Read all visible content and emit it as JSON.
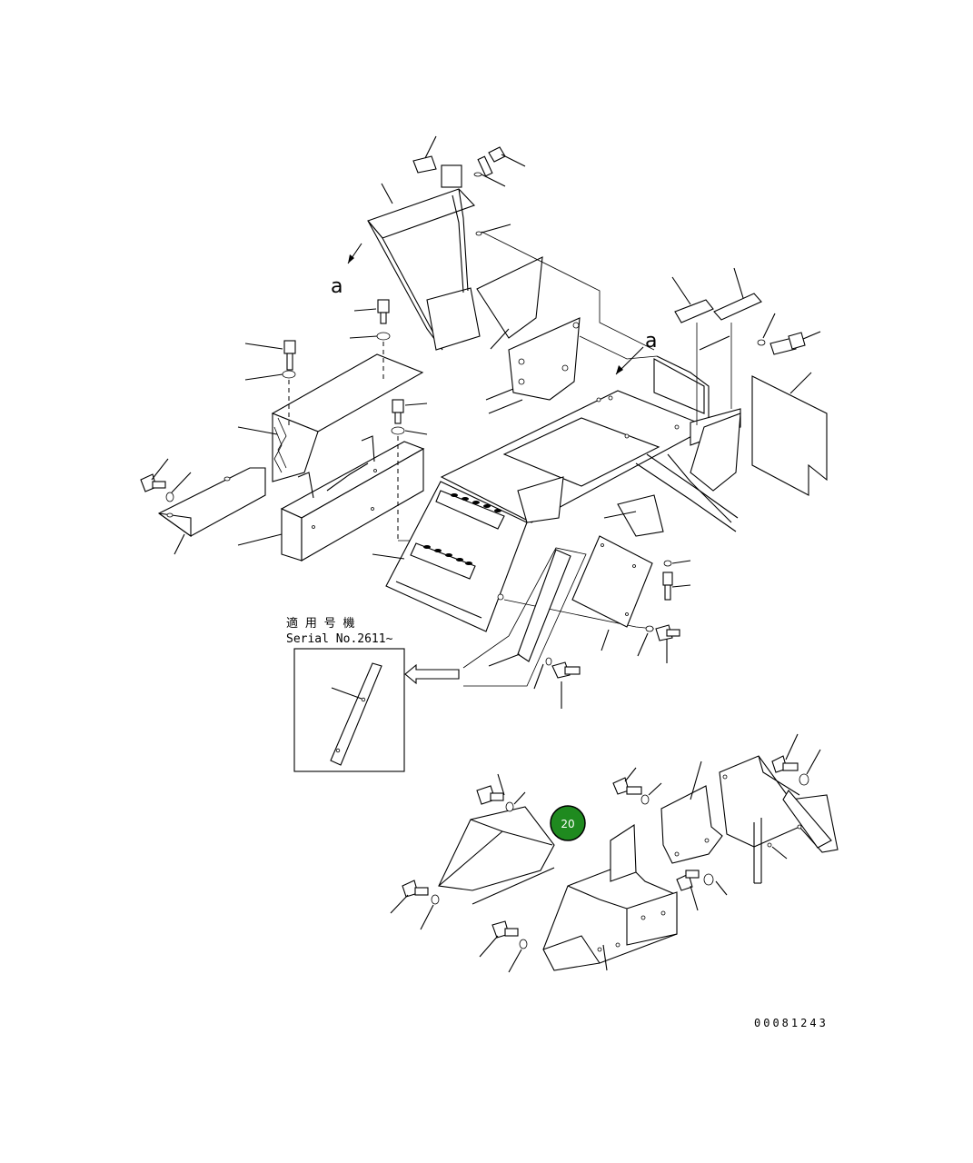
{
  "diagram": {
    "marker_a_top": "a",
    "marker_a_right": "a",
    "applicable_serial_label_jp": "適 用 号 機",
    "applicable_serial_label_en": "Serial No.2611~",
    "callout_badge": "20",
    "document_number": "00081243",
    "colors": {
      "line": "#000000",
      "background": "#ffffff",
      "badge_fill": "#1f8a1f",
      "badge_stroke": "#000000"
    }
  }
}
